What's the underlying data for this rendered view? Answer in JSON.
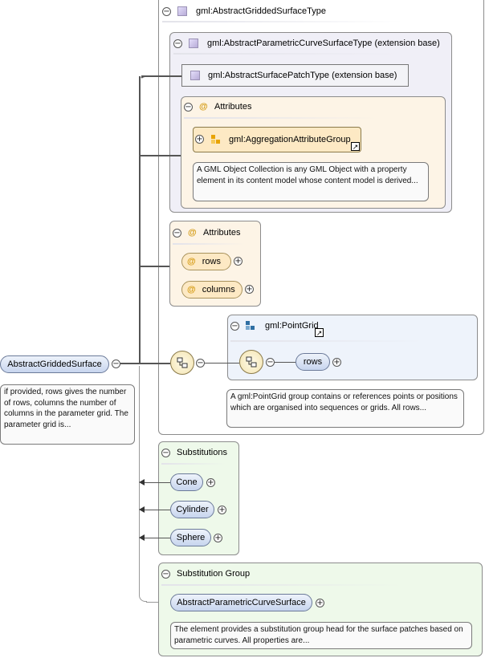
{
  "type_box": {
    "title": "gml:AbstractGriddedSurfaceType",
    "extension_title": "gml:AbstractParametricCurveSurfaceType (extension base)",
    "patch_type": "gml:AbstractSurfacePatchType (extension base)"
  },
  "attributes_inner": {
    "header": "Attributes",
    "group_name": "gml:AggregationAttributeGroup",
    "group_desc": "A GML Object Collection is any GML Object with a property element in its content model whose content model is derived..."
  },
  "attributes_outer": {
    "header": "Attributes",
    "items": [
      "rows",
      "columns"
    ]
  },
  "pointgrid": {
    "name": "gml:PointGrid",
    "child": "rows",
    "desc": "A gml:PointGrid group contains or references points or positions which are organised into sequences or grids. All rows..."
  },
  "root": {
    "name": "AbstractGriddedSurface",
    "desc": "if provided, rows gives the number of rows, columns the number of columns in the parameter grid. The parameter grid is..."
  },
  "substitutions": {
    "header": "Substitutions",
    "items": [
      "Cone",
      "Cylinder",
      "Sphere"
    ]
  },
  "substitution_group": {
    "header": "Substitution Group",
    "head": "AbstractParametricCurveSurface",
    "desc": "The element provides a substitution group head for the surface patches based on parametric curves. All properties are..."
  },
  "symbols": {
    "collapse": "⊖",
    "expand": "⊕",
    "attr_marker": "@",
    "link_arrow": "↗"
  },
  "colors": {
    "node_fill": "#c7d5ee",
    "attr_fill": "#fde9c4",
    "type_panel": "#f0eff7",
    "attr_panel": "#fdf4e6",
    "subst_panel": "#eef9ea"
  }
}
